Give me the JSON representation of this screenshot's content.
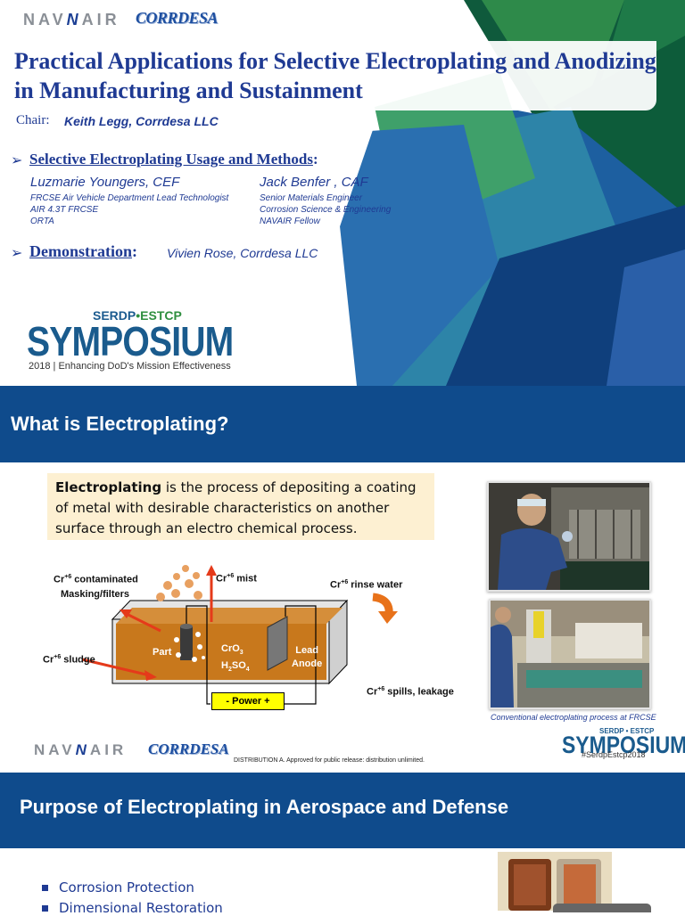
{
  "slide1": {
    "logos": {
      "navair_pre": "NAV",
      "navair_mid": "N",
      "navair_post": "AIR",
      "corrdesa": "CORRDESA"
    },
    "title": "Practical Applications for Selective Electroplating and Anodizing in Manufacturing and Sustainment",
    "chair_label": "Chair:",
    "chair_value": "Keith Legg, Corrdesa LLC",
    "section1": "Selective Electroplating Usage and Methods",
    "section1_colon": ":",
    "presenters": [
      {
        "name": "Luzmarie Youngers, CEF",
        "details": [
          "FRCSE Air Vehicle Department Lead Technologist",
          "AIR 4.3T  FRCSE",
          "ORTA"
        ]
      },
      {
        "name": "Jack Benfer , CAF",
        "details": [
          "Senior Materials Engineer",
          "Corrosion Science & Engineering",
          "NAVAIR Fellow"
        ]
      }
    ],
    "section2": "Demonstration",
    "section2_colon": ":",
    "demonstration": "Vivien Rose, Corrdesa LLC",
    "symposium": {
      "serdp": "SERDP",
      "dot": "•",
      "estcp": "ESTCP",
      "main": "SYMPOSIUM",
      "year": "2018",
      "tagline": "Enhancing DoD's Mission Effectiveness"
    },
    "colors": {
      "dark_green": "#0f5a3c",
      "green": "#2e8a4a",
      "light_green": "#6dbb5a",
      "blue": "#1d5fa0",
      "dark_blue": "#0f3f7c"
    }
  },
  "slide2": {
    "title": "What is Electroplating?",
    "definition_bold": "Electroplating",
    "definition_rest": " is the process of depositing a coating of metal with desirable characteristics on another surface through an electro chemical process.",
    "diagram": {
      "cr": "Cr",
      "sup": "+6",
      "masking_a": " contaminated",
      "masking_b": "Masking/filters",
      "mist": " mist",
      "rinse": " rinse water",
      "sludge": " sludge",
      "spills": " spills, leakage",
      "part": "Part",
      "cro3": "CrO",
      "cro3_sub": "3",
      "h2so4_a": "H",
      "h2so4_sub1": "2",
      "h2so4_b": "SO",
      "h2so4_sub2": "4",
      "lead": "Lead",
      "anode": "Anode",
      "power": "- Power +"
    },
    "caption": "Conventional electroplating process at FRCSE",
    "distribution": "DISTRIBUTION A. Approved for public release: distribution unlimited.",
    "symposium_small": {
      "top": "SERDP • ESTCP",
      "main": "SYMPOSIUM",
      "hashtag": "#SerdpEstcp2018"
    },
    "colors": {
      "band": "#0f4b8c",
      "callout": "#fdf0d2",
      "tank": "#c8781c"
    }
  },
  "slide3": {
    "title": "Purpose of Electroplating in Aerospace and Defense",
    "bullets": [
      "Corrosion Protection",
      "Dimensional Restoration"
    ]
  }
}
